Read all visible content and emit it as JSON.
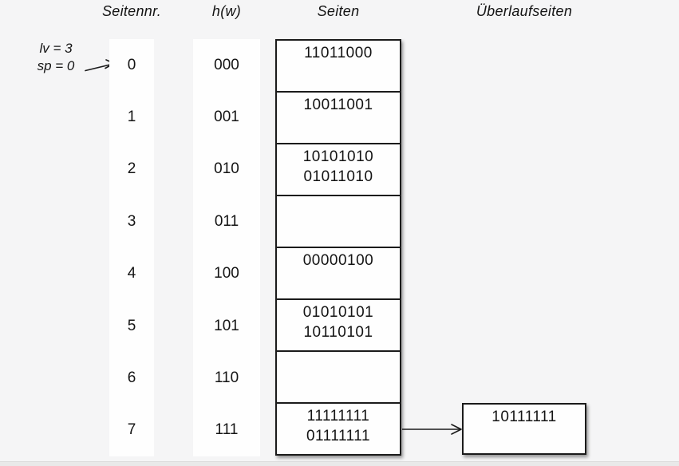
{
  "colors": {
    "background": "#f5f5f6",
    "surface": "#fefefe",
    "border": "#1b1b1b",
    "text": "#141414",
    "edge": "#e9e9e9"
  },
  "headers": {
    "col1": "Seitennr.",
    "col2": "h(w)",
    "col3": "Seiten",
    "col4": "Überlaufseiten"
  },
  "annotation": {
    "level": "lv = 3",
    "split_pointer": "sp = 0"
  },
  "icons": {
    "split_pointer_arrow": "arrow-right-icon",
    "overflow_arrow": "arrow-right-icon"
  },
  "table": {
    "rows": [
      {
        "page_no": "0",
        "hash": "000",
        "entries": [
          "11011000"
        ]
      },
      {
        "page_no": "1",
        "hash": "001",
        "entries": [
          "10011001"
        ]
      },
      {
        "page_no": "2",
        "hash": "010",
        "entries": [
          "10101010",
          "01011010"
        ]
      },
      {
        "page_no": "3",
        "hash": "011",
        "entries": []
      },
      {
        "page_no": "4",
        "hash": "100",
        "entries": [
          "00000100"
        ]
      },
      {
        "page_no": "5",
        "hash": "101",
        "entries": [
          "01010101",
          "10110101"
        ]
      },
      {
        "page_no": "6",
        "hash": "110",
        "entries": []
      },
      {
        "page_no": "7",
        "hash": "111",
        "entries": [
          "11111111",
          "01111111"
        ]
      }
    ]
  },
  "overflow": {
    "attached_to_page": "7",
    "entries": [
      "10111111"
    ]
  }
}
